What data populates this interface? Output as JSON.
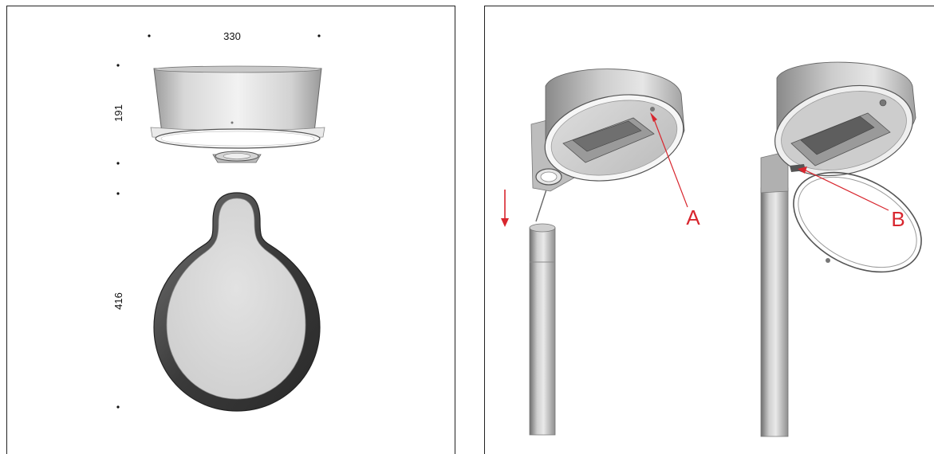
{
  "left_panel": {
    "dimensions": {
      "width": "330",
      "height_side": "191",
      "height_top": "416"
    }
  },
  "right_panel": {
    "callouts": {
      "a": "A",
      "b": "B"
    }
  },
  "colors": {
    "frame": "#222222",
    "callout_red": "#d8262e",
    "housing_light": "#e4e4e4",
    "housing_dark": "#4a4a4a"
  }
}
